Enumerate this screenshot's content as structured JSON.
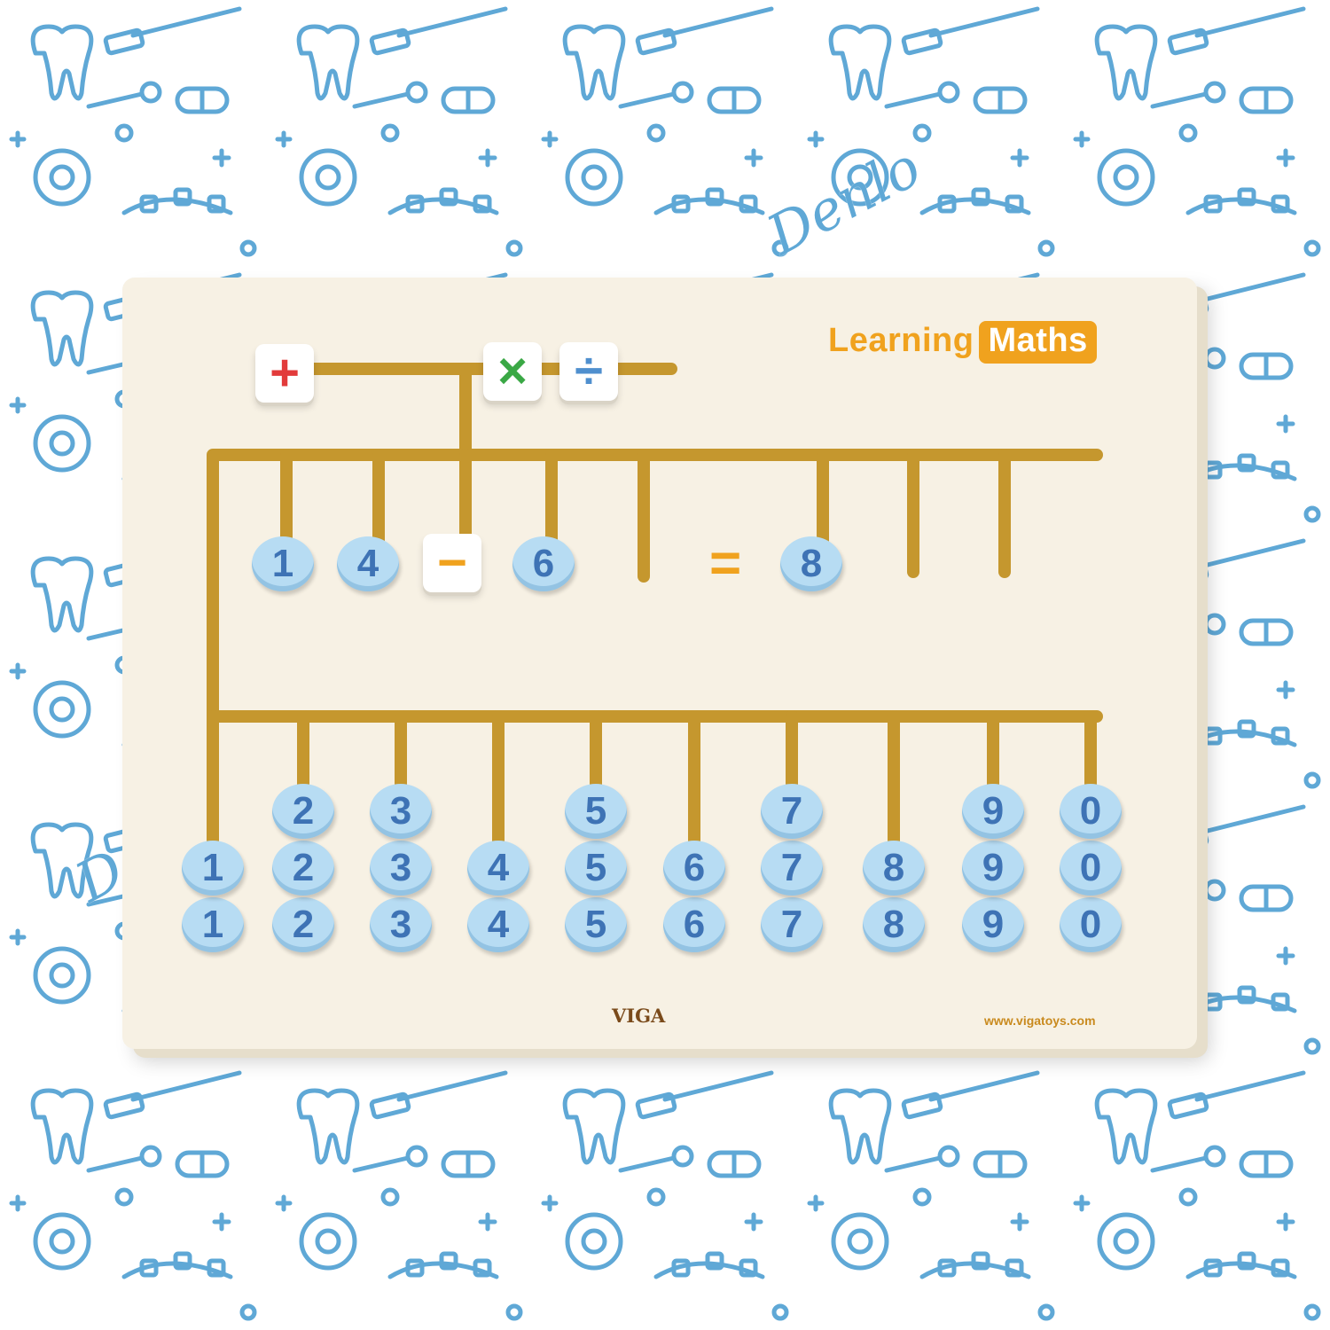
{
  "background": {
    "pattern_color": "#5fa8d6",
    "watermark": "Denlo"
  },
  "board": {
    "title_word": "Learning",
    "title_badge": "Maths",
    "brand": "VIGA",
    "url": "www.vigatoys.com",
    "colors": {
      "board": "#f7f1e4",
      "track": "#c5972e",
      "accent": "#f0a21e",
      "bead": "#b7dcf3",
      "bead_text": "#3e73b5"
    },
    "operator_tiles": [
      {
        "symbol": "+",
        "color": "#e23b3b"
      },
      {
        "symbol": "×",
        "color": "#3aa845"
      },
      {
        "symbol": "÷",
        "color": "#4f8fce"
      }
    ],
    "equation": {
      "tokens": [
        "1",
        "4",
        "−",
        "6",
        "=",
        "8"
      ]
    },
    "columns": [
      {
        "digit": "1",
        "beads": 2
      },
      {
        "digit": "2",
        "beads": 3
      },
      {
        "digit": "3",
        "beads": 3
      },
      {
        "digit": "4",
        "beads": 2
      },
      {
        "digit": "5",
        "beads": 3
      },
      {
        "digit": "6",
        "beads": 2
      },
      {
        "digit": "7",
        "beads": 3
      },
      {
        "digit": "8",
        "beads": 2
      },
      {
        "digit": "9",
        "beads": 3
      },
      {
        "digit": "0",
        "beads": 3
      }
    ]
  }
}
